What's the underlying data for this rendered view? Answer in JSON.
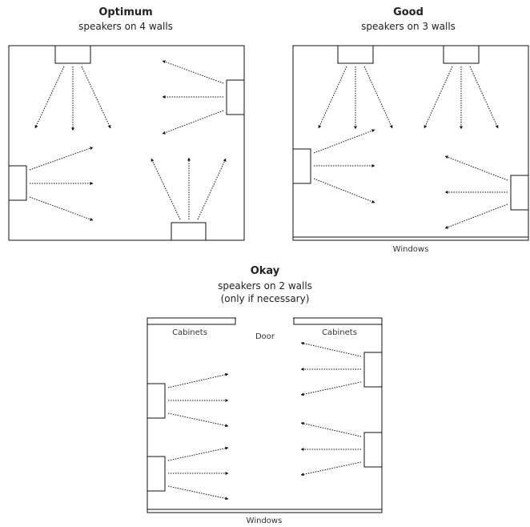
{
  "diagrams": {
    "optimum": {
      "title": "Optimum",
      "subtitle": "speakers on 4 walls"
    },
    "good": {
      "title": "Good",
      "subtitle": "speakers on 3 walls",
      "windows_label": "Windows"
    },
    "okay": {
      "title": "Okay",
      "subtitle_line1": "speakers on 2 walls",
      "subtitle_line2": "(only if necessary)",
      "cabinets_left": "Cabinets",
      "cabinets_right": "Cabinets",
      "door_label": "Door",
      "windows_label": "Windows"
    }
  }
}
